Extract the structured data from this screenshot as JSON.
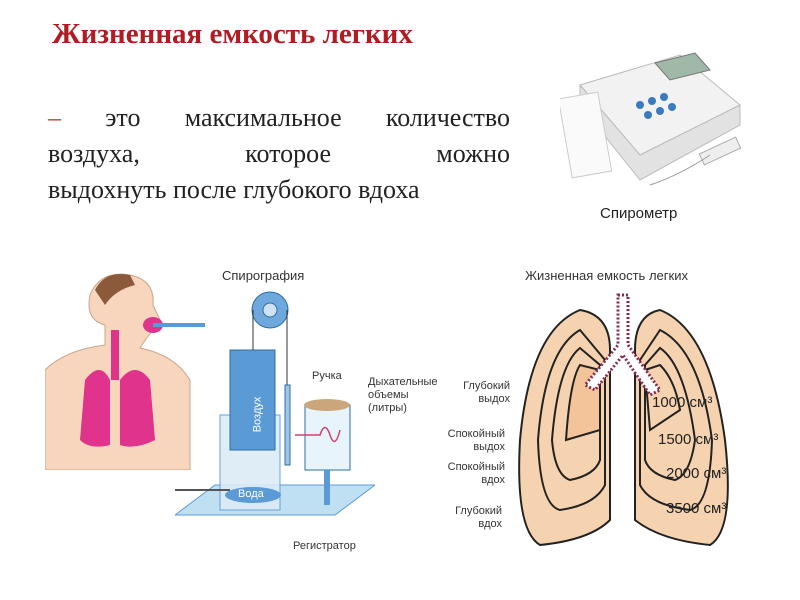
{
  "title": "Жизненная емкость легких",
  "definition": {
    "dash": "–",
    "line1": "это максимальное количество",
    "line2": "воздуха, которое можно",
    "line3": "выдохнуть после глубокого вдоха"
  },
  "spirometer": {
    "caption": "Спирометр"
  },
  "spirography": {
    "title": "Спирография",
    "air": "Воздух",
    "water": "Вода",
    "pen": "Ручка",
    "volumes": "Дыхательные объемы (литры)",
    "recorder": "Регистратор"
  },
  "lungs": {
    "title": "Жизненная емкость легких",
    "labels": [
      "Глубокий выдох",
      "Спокойный выдох",
      "Спокойный вдох",
      "Глубокий вдох"
    ],
    "volumes": [
      "1000 см³",
      "1500 см³",
      "2000 см³",
      "3500 см³"
    ]
  },
  "colors": {
    "title": "#b01c22",
    "lung": "#f6d3b0",
    "human_lung": "#e0338c",
    "apparatus": "#5b9bd5"
  }
}
